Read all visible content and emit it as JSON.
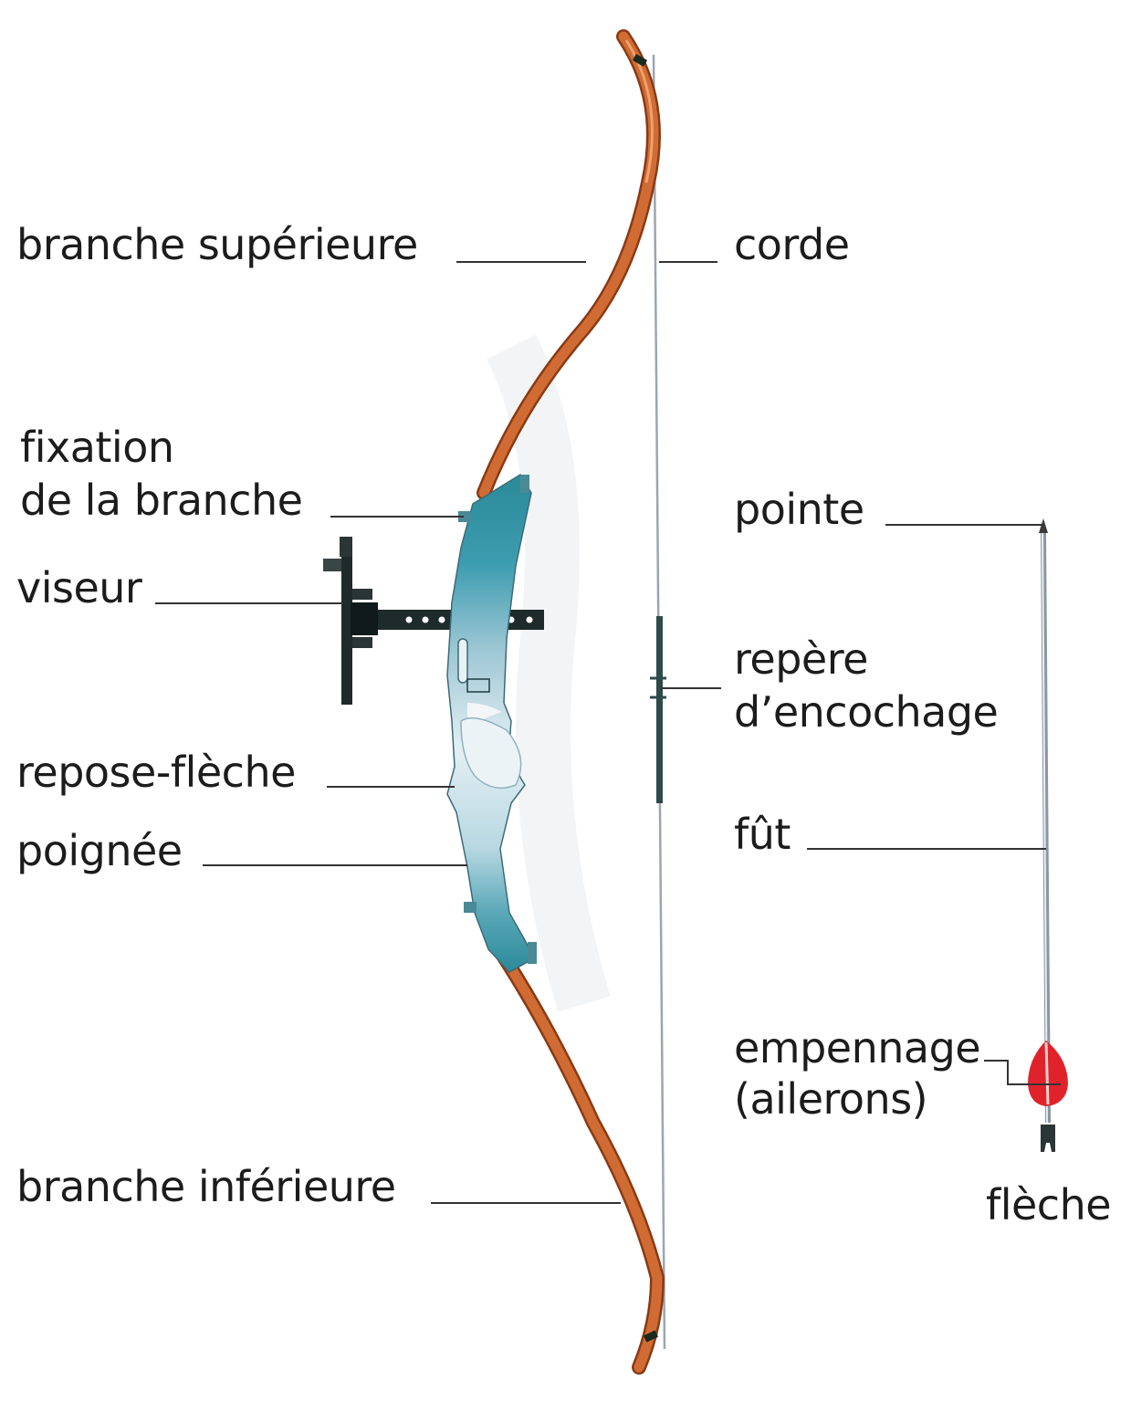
{
  "diagram": {
    "subject": "arc et flèche",
    "colors": {
      "limb": "#c8652e",
      "limb_dark": "#8a3a14",
      "riser_top": "#2f8a99",
      "riser_light": "#d6e9ef",
      "string": "#8a9aa8",
      "serving": "#2e4a4a",
      "fletching": "#e0232a",
      "leader_line": "#333333",
      "sight": "#1f2a2a"
    },
    "labels": {
      "branche_superieure": "branche supérieure",
      "corde": "corde",
      "fixation_line1": "fixation",
      "fixation_line2": "de la branche",
      "viseur": "viseur",
      "pointe": "pointe",
      "repere_line1": "repère",
      "repere_line2": "d’encochage",
      "repose_fleche": "repose-flèche",
      "poignee": "poignée",
      "fut": "fût",
      "empennage_line1": "empennage",
      "empennage_line2": "(ailerons)",
      "branche_inferieure": "branche inférieure",
      "fleche": "flèche"
    }
  }
}
